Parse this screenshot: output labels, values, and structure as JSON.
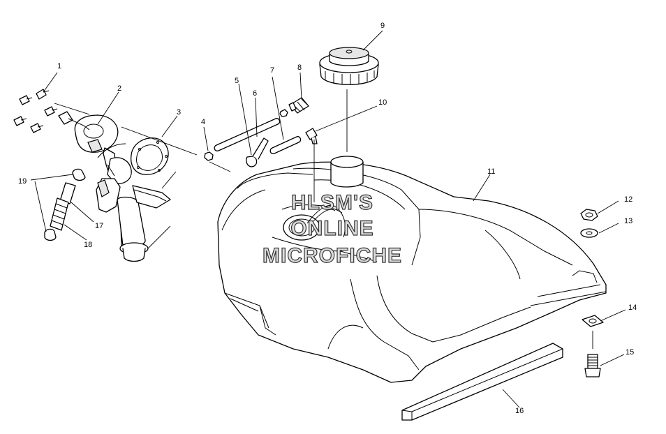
{
  "callouts": [
    {
      "id": "1",
      "text": "1"
    },
    {
      "id": "2",
      "text": "2"
    },
    {
      "id": "3",
      "text": "3"
    },
    {
      "id": "4",
      "text": "4"
    },
    {
      "id": "5",
      "text": "5"
    },
    {
      "id": "6",
      "text": "6"
    },
    {
      "id": "7",
      "text": "7"
    },
    {
      "id": "8",
      "text": "8"
    },
    {
      "id": "9",
      "text": "9"
    },
    {
      "id": "10",
      "text": "10"
    },
    {
      "id": "11",
      "text": "11"
    },
    {
      "id": "12",
      "text": "12"
    },
    {
      "id": "13",
      "text": "13"
    },
    {
      "id": "14",
      "text": "14"
    },
    {
      "id": "15",
      "text": "15"
    },
    {
      "id": "16",
      "text": "16"
    },
    {
      "id": "17",
      "text": "17"
    },
    {
      "id": "18",
      "text": "18"
    },
    {
      "id": "19",
      "text": "19"
    }
  ],
  "watermark": {
    "line1": "HLSM'S",
    "line2": "ONLINE",
    "line3": "MICROFICHE"
  }
}
